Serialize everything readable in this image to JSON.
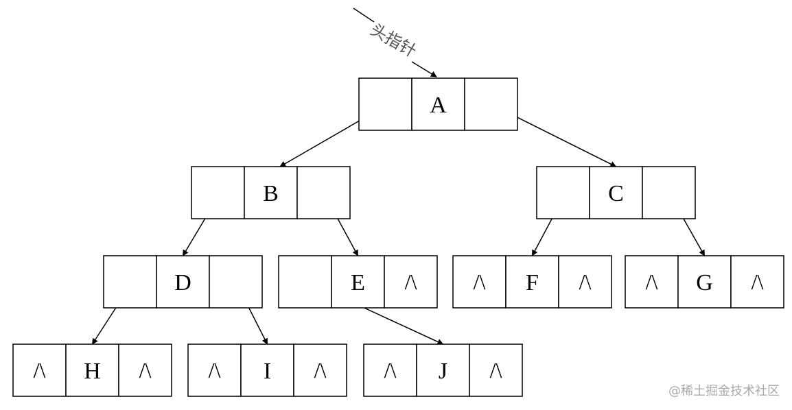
{
  "diagram": {
    "head_pointer_label": "头指针",
    "null_symbol": "/\\",
    "nodes": [
      {
        "id": "A",
        "label": "A",
        "left": "link",
        "right": "link"
      },
      {
        "id": "B",
        "label": "B",
        "left": "link",
        "right": "link"
      },
      {
        "id": "C",
        "label": "C",
        "left": "link",
        "right": "link"
      },
      {
        "id": "D",
        "label": "D",
        "left": "link",
        "right": "link"
      },
      {
        "id": "E",
        "label": "E",
        "left": "link",
        "right": "null"
      },
      {
        "id": "F",
        "label": "F",
        "left": "null",
        "right": "null"
      },
      {
        "id": "G",
        "label": "G",
        "left": "null",
        "right": "null"
      },
      {
        "id": "H",
        "label": "H",
        "left": "null",
        "right": "null"
      },
      {
        "id": "I",
        "label": "I",
        "left": "null",
        "right": "null"
      },
      {
        "id": "J",
        "label": "J",
        "left": "null",
        "right": "null"
      }
    ],
    "edges": [
      {
        "from": "A",
        "side": "left",
        "to": "B"
      },
      {
        "from": "A",
        "side": "right",
        "to": "C"
      },
      {
        "from": "B",
        "side": "left",
        "to": "D"
      },
      {
        "from": "B",
        "side": "right",
        "to": "E"
      },
      {
        "from": "C",
        "side": "left",
        "to": "F"
      },
      {
        "from": "C",
        "side": "right",
        "to": "G"
      },
      {
        "from": "D",
        "side": "left",
        "to": "H"
      },
      {
        "from": "D",
        "side": "right",
        "to": "I"
      },
      {
        "from": "E",
        "side": "left",
        "to": "J"
      }
    ]
  },
  "watermark": "@稀土掘金技术社区"
}
